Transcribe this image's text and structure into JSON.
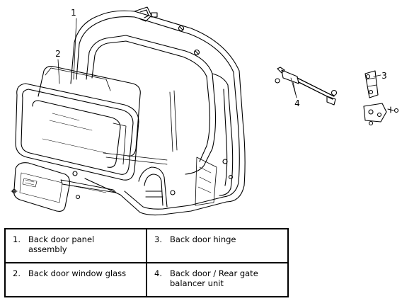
{
  "callouts": {
    "c1": "1",
    "c2": "2",
    "c3": "3",
    "c4": "4"
  },
  "legend": {
    "rows": [
      [
        {
          "num": "1.",
          "text": "Back door panel assembly"
        },
        {
          "num": "3.",
          "text": "Back door hinge"
        }
      ],
      [
        {
          "num": "2.",
          "text": "Back door window glass"
        },
        {
          "num": "4.",
          "text": "Back door / Rear gate balancer unit"
        }
      ]
    ]
  }
}
